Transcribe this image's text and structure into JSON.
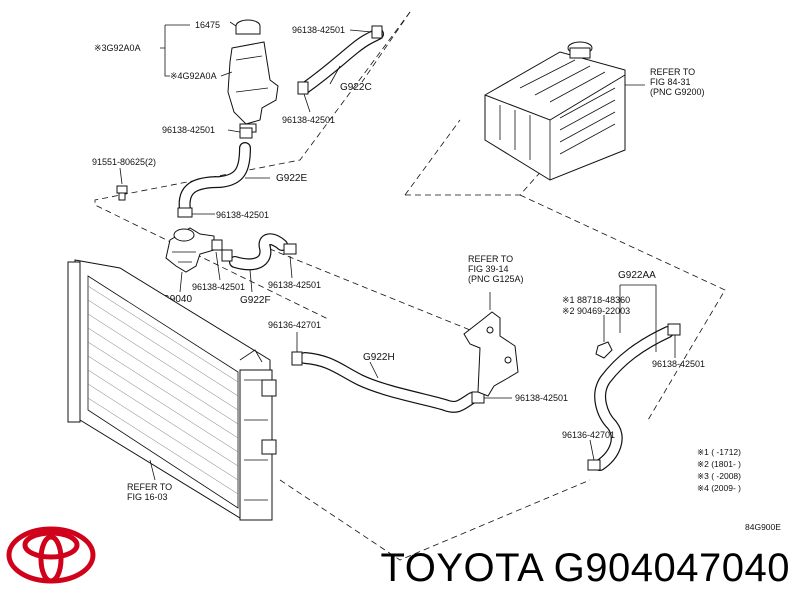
{
  "labels": {
    "reservoir_cap": "16475",
    "reservoir_a3": "※3G92A0A",
    "reservoir_a4": "※4G92A0A",
    "clamp_top": "96138-42501",
    "hose_c": "G922C",
    "clamp_c_low": "96138-42501",
    "clamp_res_low": "96138-42501",
    "bolt": "91551-80625(2)",
    "hose_e": "G922E",
    "clamp_e": "96138-42501",
    "pump": "G9040",
    "clamp_pump": "96138-42501",
    "hose_f": "G922F",
    "clamp_f": "96138-42501",
    "clamp_h_left": "96136-42701",
    "hose_h": "G922H",
    "clamp_h_right": "96138-42501",
    "hose_aa": "G922AA",
    "part_1": "※1 88718-48360",
    "part_2": "※2 90469-22003",
    "clamp_aa": "96138-42501",
    "clamp_aa_low": "96136-42701",
    "refer_inverter": [
      "REFER TO",
      "FIG 84-31",
      "(PNC G9200)"
    ],
    "refer_cooler": [
      "REFER TO",
      "FIG 39-14",
      "(PNC G125A)"
    ],
    "refer_radiator": [
      "REFER TO",
      "FIG 16-03"
    ],
    "notes": [
      "※1 (      -1712)",
      "※2 (1801-      )",
      "※3 (      -2008)",
      "※4 (2009-      )"
    ],
    "diagram_code": "84G900E"
  },
  "brand": {
    "caption": "TOYOTA G904047040",
    "logo_color": "#d0021b"
  }
}
